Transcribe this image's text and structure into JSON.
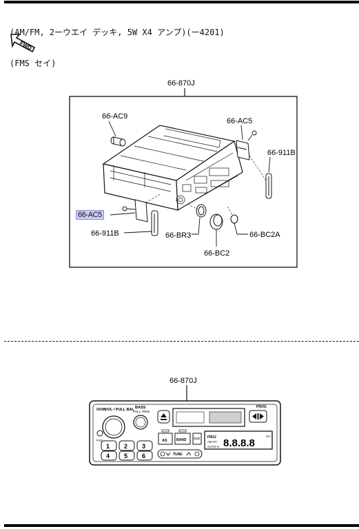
{
  "header": {
    "line1": "(AM/FM, 2ーウエイ デッキ, 5W X4 アンプ)(ー4201)",
    "line2": "(FMS セイ)"
  },
  "fwd_label": "FWD",
  "exploded": {
    "assembly": "66-870J",
    "parts": {
      "ac9": "66-AC9",
      "ac5_right": "66-AC5",
      "b911_right": "66-911B",
      "ac5_left": "66-AC5",
      "b911_left": "66-911B",
      "br3": "66-BR3",
      "bc2": "66-BC2",
      "bc2a": "66-BC2A"
    }
  },
  "front": {
    "assembly": "66-870J",
    "panel": {
      "vol_label": "VOL / PULL BAL",
      "vol_prefix": "OOM",
      "bass_label": "BASS",
      "bass_sub": "PULL TREB",
      "prog_label": "PROG",
      "as_label": "AS",
      "band_label": "BAND",
      "clk_label": "CLK",
      "fm_label": "FM12",
      "am_label": "AM ST",
      "auto_label": "AUTO-S",
      "display": "8.8.8.8",
      "ch_label": "CH",
      "tune_label": "TUNE",
      "fad_label": "FAD",
      "presets": [
        "1",
        "2",
        "3",
        "4",
        "5",
        "6"
      ]
    }
  },
  "colors": {
    "highlight": "#c9ccf2",
    "line": "#111111"
  }
}
